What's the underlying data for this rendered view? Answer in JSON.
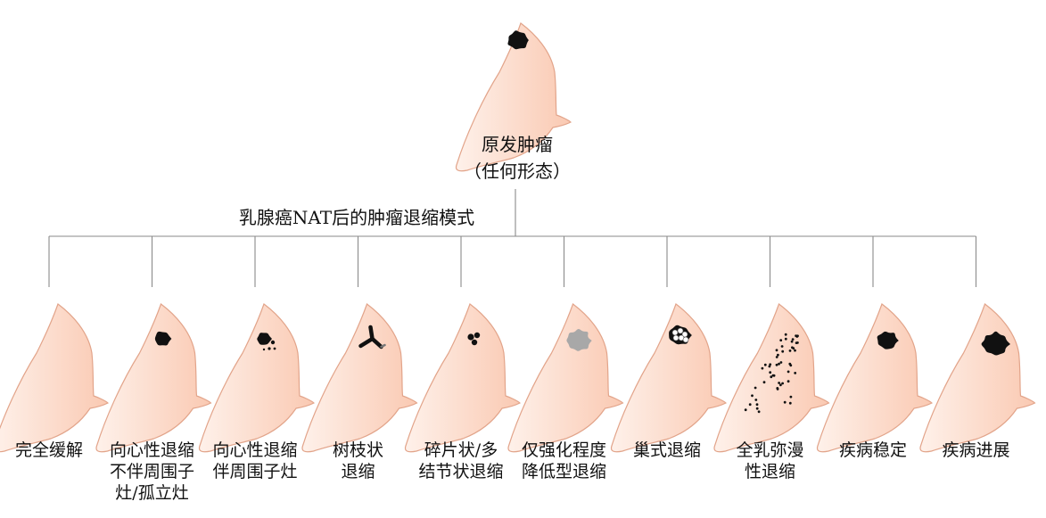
{
  "root": {
    "caption_line1": "原发肿瘤",
    "caption_line2": "（任何形态）",
    "tumor": "solid-mass"
  },
  "bracket_title": "乳腺癌NAT后的肿瘤退缩模式",
  "colors": {
    "skin_light": "#fde8de",
    "skin_mid": "#fbd0bb",
    "skin_outline": "#e2a48a",
    "tumor": "#111111",
    "tumor_faint": "#a8a8a8",
    "connector": "#8a8a8a"
  },
  "patterns": [
    {
      "lines": [
        "完全缓解"
      ],
      "tumor": "none"
    },
    {
      "lines": [
        "向心性退缩",
        "不伴周围子",
        "灶/孤立灶"
      ],
      "tumor": "small-mass"
    },
    {
      "lines": [
        "向心性退缩",
        "伴周围子灶"
      ],
      "tumor": "small-mass-satellites"
    },
    {
      "lines": [
        "树枝状",
        "退缩"
      ],
      "tumor": "dendritic"
    },
    {
      "lines": [
        "碎片状/多",
        "结节状退缩"
      ],
      "tumor": "fragments"
    },
    {
      "lines": [
        "仅强化程度",
        "降低型退缩"
      ],
      "tumor": "reduced-enhancement"
    },
    {
      "lines": [
        "巢式退缩"
      ],
      "tumor": "nested"
    },
    {
      "lines": [
        "全乳弥漫",
        "性退缩"
      ],
      "tumor": "diffuse"
    },
    {
      "lines": [
        "疾病稳定"
      ],
      "tumor": "stable-mass"
    },
    {
      "lines": [
        "疾病进展"
      ],
      "tumor": "progressive-mass"
    }
  ]
}
